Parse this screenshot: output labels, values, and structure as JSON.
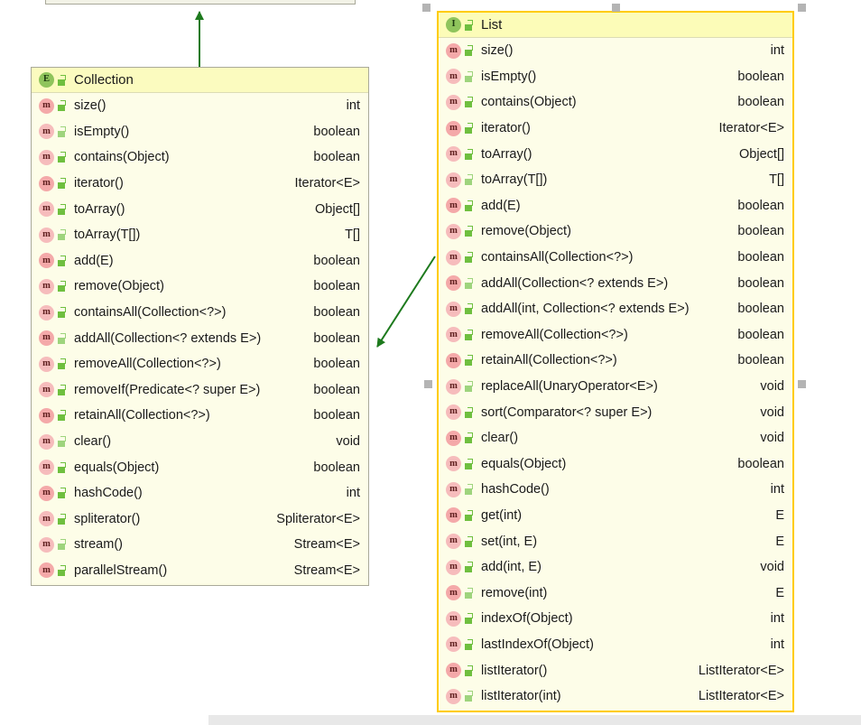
{
  "app": {
    "kind": "uml-class-diagram-editor",
    "background_color": "#ffffff"
  },
  "colors": {
    "box_fill": "#fdfde8",
    "header_fill": "#fbfbbf",
    "border": "#a9a99a",
    "selection_border": "#ffcc00",
    "arrow": "#1d7a1d",
    "interface_icon": "#8fc45c",
    "method_icon": "#f4a9a9",
    "handle": "#b4b4b4",
    "scrollbar": "#e8e8e8"
  },
  "partial_box": {
    "label": "",
    "note": "partially visible class box clipped at top of viewport"
  },
  "classes": [
    {
      "id": "collection",
      "name": "Collection",
      "stereotype_icon": "interface-icon",
      "icon_letter": "E",
      "selected": false,
      "members": [
        {
          "icon": "method-icon",
          "name": "size()",
          "type": "int"
        },
        {
          "icon": "method-icon",
          "name": "isEmpty()",
          "type": "boolean"
        },
        {
          "icon": "method-icon",
          "name": "contains(Object)",
          "type": "boolean"
        },
        {
          "icon": "method-icon",
          "name": "iterator()",
          "type": "Iterator<E>"
        },
        {
          "icon": "method-icon",
          "name": "toArray()",
          "type": "Object[]"
        },
        {
          "icon": "method-icon",
          "name": "toArray(T[])",
          "type": "T[]"
        },
        {
          "icon": "method-icon",
          "name": "add(E)",
          "type": "boolean"
        },
        {
          "icon": "method-icon",
          "name": "remove(Object)",
          "type": "boolean"
        },
        {
          "icon": "method-icon",
          "name": "containsAll(Collection<?>)",
          "type": "boolean"
        },
        {
          "icon": "method-icon",
          "name": "addAll(Collection<? extends E>)",
          "type": "boolean"
        },
        {
          "icon": "method-icon",
          "name": "removeAll(Collection<?>)",
          "type": "boolean"
        },
        {
          "icon": "method-icon",
          "name": "removeIf(Predicate<? super E>)",
          "type": "boolean"
        },
        {
          "icon": "method-icon",
          "name": "retainAll(Collection<?>)",
          "type": "boolean"
        },
        {
          "icon": "method-icon",
          "name": "clear()",
          "type": "void"
        },
        {
          "icon": "method-icon",
          "name": "equals(Object)",
          "type": "boolean"
        },
        {
          "icon": "method-icon",
          "name": "hashCode()",
          "type": "int"
        },
        {
          "icon": "method-icon",
          "name": "spliterator()",
          "type": "Spliterator<E>"
        },
        {
          "icon": "method-icon",
          "name": "stream()",
          "type": "Stream<E>"
        },
        {
          "icon": "method-icon",
          "name": "parallelStream()",
          "type": "Stream<E>"
        }
      ]
    },
    {
      "id": "list",
      "name": "List",
      "stereotype_icon": "interface-icon",
      "icon_letter": "I",
      "selected": true,
      "members": [
        {
          "icon": "method-icon",
          "name": "size()",
          "type": "int"
        },
        {
          "icon": "method-icon",
          "name": "isEmpty()",
          "type": "boolean"
        },
        {
          "icon": "method-icon",
          "name": "contains(Object)",
          "type": "boolean"
        },
        {
          "icon": "method-icon",
          "name": "iterator()",
          "type": "Iterator<E>"
        },
        {
          "icon": "method-icon",
          "name": "toArray()",
          "type": "Object[]"
        },
        {
          "icon": "method-icon",
          "name": "toArray(T[])",
          "type": "T[]"
        },
        {
          "icon": "method-icon",
          "name": "add(E)",
          "type": "boolean"
        },
        {
          "icon": "method-icon",
          "name": "remove(Object)",
          "type": "boolean"
        },
        {
          "icon": "method-icon",
          "name": "containsAll(Collection<?>)",
          "type": "boolean"
        },
        {
          "icon": "method-icon",
          "name": "addAll(Collection<? extends E>)",
          "type": "boolean"
        },
        {
          "icon": "method-icon",
          "name": "addAll(int, Collection<? extends E>)",
          "type": "boolean"
        },
        {
          "icon": "method-icon",
          "name": "removeAll(Collection<?>)",
          "type": "boolean"
        },
        {
          "icon": "method-icon",
          "name": "retainAll(Collection<?>)",
          "type": "boolean"
        },
        {
          "icon": "method-icon",
          "name": "replaceAll(UnaryOperator<E>)",
          "type": "void"
        },
        {
          "icon": "method-icon",
          "name": "sort(Comparator<? super E>)",
          "type": "void"
        },
        {
          "icon": "method-icon",
          "name": "clear()",
          "type": "void"
        },
        {
          "icon": "method-icon",
          "name": "equals(Object)",
          "type": "boolean"
        },
        {
          "icon": "method-icon",
          "name": "hashCode()",
          "type": "int"
        },
        {
          "icon": "method-icon",
          "name": "get(int)",
          "type": "E"
        },
        {
          "icon": "method-icon",
          "name": "set(int, E)",
          "type": "E"
        },
        {
          "icon": "method-icon",
          "name": "add(int, E)",
          "type": "void"
        },
        {
          "icon": "method-icon",
          "name": "remove(int)",
          "type": "E"
        },
        {
          "icon": "method-icon",
          "name": "indexOf(Object)",
          "type": "int"
        },
        {
          "icon": "method-icon",
          "name": "lastIndexOf(Object)",
          "type": "int"
        },
        {
          "icon": "method-icon",
          "name": "listIterator()",
          "type": "ListIterator<E>"
        },
        {
          "icon": "method-icon",
          "name": "listIterator(int)",
          "type": "ListIterator<E>"
        }
      ]
    }
  ],
  "relations": [
    {
      "id": "list-extends-collection",
      "kind": "generalization-arrow",
      "from": "list",
      "to": "collection"
    },
    {
      "id": "collection-extends-iterable",
      "kind": "generalization-arrow",
      "from": "collection",
      "to": "partial-box"
    }
  ]
}
